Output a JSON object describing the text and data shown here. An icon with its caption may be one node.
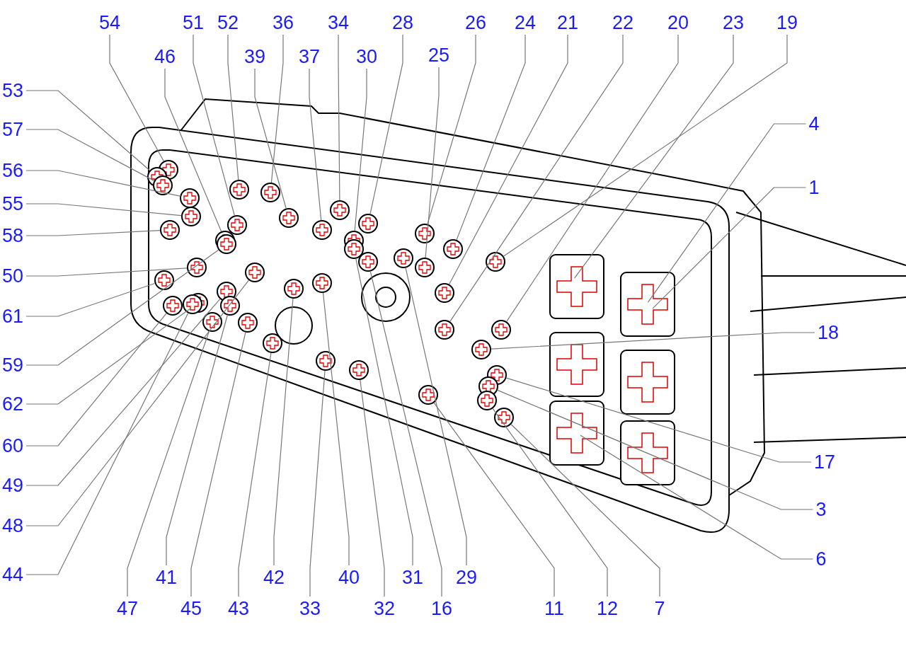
{
  "diagram": {
    "nodes": [
      {
        "text": [
          "54"
        ]
      },
      {
        "text": [
          "51"
        ]
      },
      {
        "text": [
          "52"
        ]
      },
      {
        "text": [
          "36"
        ]
      },
      {
        "text": [
          "34"
        ]
      },
      {
        "text": [
          "28"
        ]
      },
      {
        "text": [
          "26"
        ]
      },
      {
        "text": [
          "24"
        ]
      },
      {
        "text": [
          "21"
        ]
      },
      {
        "text": [
          "22"
        ]
      },
      {
        "text": [
          "20"
        ]
      },
      {
        "text": [
          "23"
        ]
      },
      {
        "text": [
          "19"
        ]
      },
      {
        "text": [
          "46"
        ]
      },
      {
        "text": [
          "39"
        ]
      },
      {
        "text": [
          "37"
        ]
      },
      {
        "text": [
          "30"
        ]
      },
      {
        "text": [
          "25"
        ]
      },
      {
        "text": [
          "53"
        ]
      },
      {
        "text": [
          "4"
        ]
      },
      {
        "text": [
          "57"
        ]
      },
      {
        "text": [
          "56"
        ]
      },
      {
        "text": [
          "1"
        ]
      },
      {
        "text": [
          "55"
        ]
      },
      {
        "text": [
          "58"
        ]
      },
      {
        "text": [
          "50"
        ]
      },
      {
        "text": [
          "61"
        ]
      },
      {
        "text": [
          "18"
        ]
      },
      {
        "text": [
          "59"
        ]
      },
      {
        "text": [
          "62"
        ]
      },
      {
        "text": [
          "60"
        ]
      },
      {
        "text": [
          "17"
        ]
      },
      {
        "text": [
          "49"
        ]
      },
      {
        "text": [
          "3"
        ]
      },
      {
        "text": [
          "48"
        ]
      },
      {
        "text": [
          "6"
        ]
      },
      {
        "text": [
          "44"
        ]
      },
      {
        "text": [
          "41"
        ]
      },
      {
        "text": [
          "42"
        ]
      },
      {
        "text": [
          "40"
        ]
      },
      {
        "text": [
          "31"
        ]
      },
      {
        "text": [
          "29"
        ]
      },
      {
        "text": [
          "47"
        ]
      },
      {
        "text": [
          "45"
        ]
      },
      {
        "text": [
          "43"
        ]
      },
      {
        "text": [
          "33"
        ]
      },
      {
        "text": [
          "32"
        ]
      },
      {
        "text": [
          "16"
        ]
      },
      {
        "text": [
          "11"
        ]
      },
      {
        "text": [
          "12"
        ]
      },
      {
        "text": [
          "7"
        ]
      }
    ],
    "edges": [
      {
        "from": 0,
        "to": null,
        "arrow": "none"
      },
      {
        "from": 1,
        "to": null,
        "arrow": "none"
      },
      {
        "from": 2,
        "to": null,
        "arrow": "none"
      },
      {
        "from": 3,
        "to": null,
        "arrow": "none"
      },
      {
        "from": 4,
        "to": null,
        "arrow": "none"
      },
      {
        "from": 5,
        "to": null,
        "arrow": "none"
      },
      {
        "from": 6,
        "to": null,
        "arrow": "none"
      },
      {
        "from": 7,
        "to": null,
        "arrow": "none"
      },
      {
        "from": 8,
        "to": null,
        "arrow": "none"
      },
      {
        "from": 9,
        "to": null,
        "arrow": "none"
      },
      {
        "from": 10,
        "to": null,
        "arrow": "none"
      },
      {
        "from": 11,
        "to": null,
        "arrow": "none"
      },
      {
        "from": 12,
        "to": null,
        "arrow": "none"
      },
      {
        "from": 13,
        "to": null,
        "arrow": "none"
      },
      {
        "from": 14,
        "to": null,
        "arrow": "none"
      },
      {
        "from": 15,
        "to": null,
        "arrow": "none"
      },
      {
        "from": 16,
        "to": null,
        "arrow": "none"
      },
      {
        "from": 17,
        "to": null,
        "arrow": "none"
      },
      {
        "from": 18,
        "to": null,
        "arrow": "none"
      },
      {
        "from": 19,
        "to": null,
        "arrow": "none"
      },
      {
        "from": 20,
        "to": null,
        "arrow": "none"
      },
      {
        "from": 21,
        "to": null,
        "arrow": "none"
      },
      {
        "from": 22,
        "to": null,
        "arrow": "none"
      },
      {
        "from": 23,
        "to": null,
        "arrow": "none"
      },
      {
        "from": 24,
        "to": null,
        "arrow": "none"
      },
      {
        "from": 25,
        "to": null,
        "arrow": "none"
      },
      {
        "from": 26,
        "to": null,
        "arrow": "none"
      },
      {
        "from": 27,
        "to": null,
        "arrow": "none"
      },
      {
        "from": 28,
        "to": null,
        "arrow": "none"
      },
      {
        "from": 29,
        "to": null,
        "arrow": "none"
      },
      {
        "from": 30,
        "to": null,
        "arrow": "none"
      },
      {
        "from": 31,
        "to": null,
        "arrow": "none"
      },
      {
        "from": 32,
        "to": null,
        "arrow": "none"
      },
      {
        "from": 33,
        "to": null,
        "arrow": "none"
      },
      {
        "from": 34,
        "to": null,
        "arrow": "none"
      },
      {
        "from": 35,
        "to": null,
        "arrow": "none"
      },
      {
        "from": 36,
        "to": null,
        "arrow": "none"
      },
      {
        "from": 37,
        "to": null,
        "arrow": "none"
      },
      {
        "from": 38,
        "to": null,
        "arrow": "none"
      },
      {
        "from": 39,
        "to": null,
        "arrow": "none"
      },
      {
        "from": 40,
        "to": null,
        "arrow": "none"
      },
      {
        "from": 41,
        "to": null,
        "arrow": "none"
      },
      {
        "from": 42,
        "to": null,
        "arrow": "none"
      },
      {
        "from": 43,
        "to": null,
        "arrow": "none"
      },
      {
        "from": 44,
        "to": null,
        "arrow": "none"
      },
      {
        "from": 45,
        "to": null,
        "arrow": "none"
      },
      {
        "from": 46,
        "to": null,
        "arrow": "none"
      },
      {
        "from": 47,
        "to": null,
        "arrow": "none"
      },
      {
        "from": 48,
        "to": null,
        "arrow": "none"
      },
      {
        "from": 49,
        "to": null,
        "arrow": "none"
      },
      {
        "from": 50,
        "to": null,
        "arrow": "none"
      }
    ]
  }
}
